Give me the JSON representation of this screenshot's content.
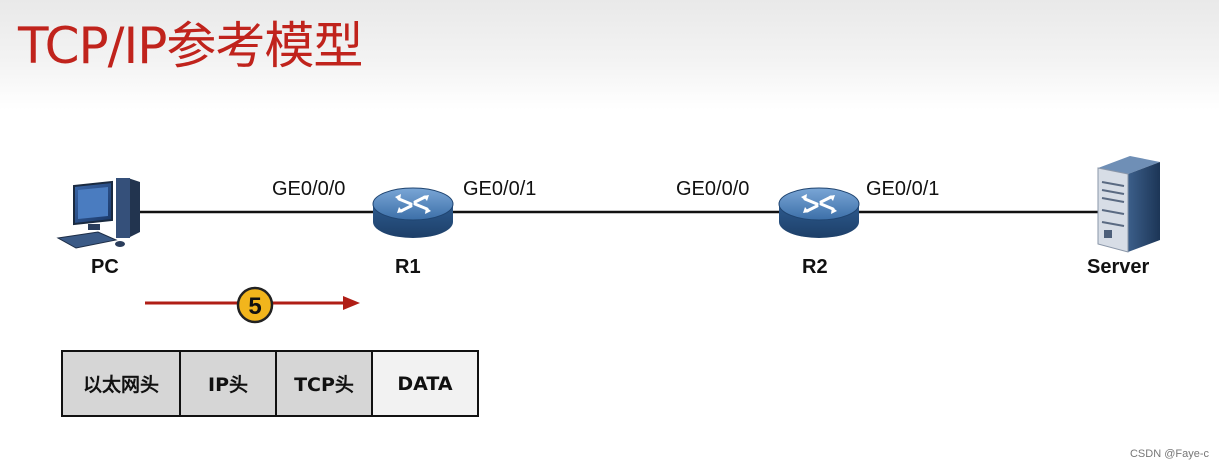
{
  "slide": {
    "title": "TCP/IP参考模型"
  },
  "nodes": {
    "pc": "PC",
    "r1": "R1",
    "r2": "R2",
    "server": "Server"
  },
  "interfaces": {
    "r1_left": "GE0/0/0",
    "r1_right": "GE0/0/1",
    "r2_left": "GE0/0/0",
    "r2_right": "GE0/0/1"
  },
  "step": {
    "number": "5"
  },
  "packet": {
    "fields": [
      "以太网头",
      "IP头",
      "TCP头",
      "DATA"
    ]
  },
  "colors": {
    "title": "#c0231c",
    "arrow": "#b01e16",
    "step_badge": "#f2b51c",
    "header_field_bg": "#d6d6d6",
    "data_field_bg": "#f2f2f2",
    "router_body": "#2f5f97"
  },
  "footer": {
    "watermark": "CSDN @Faye-c"
  }
}
